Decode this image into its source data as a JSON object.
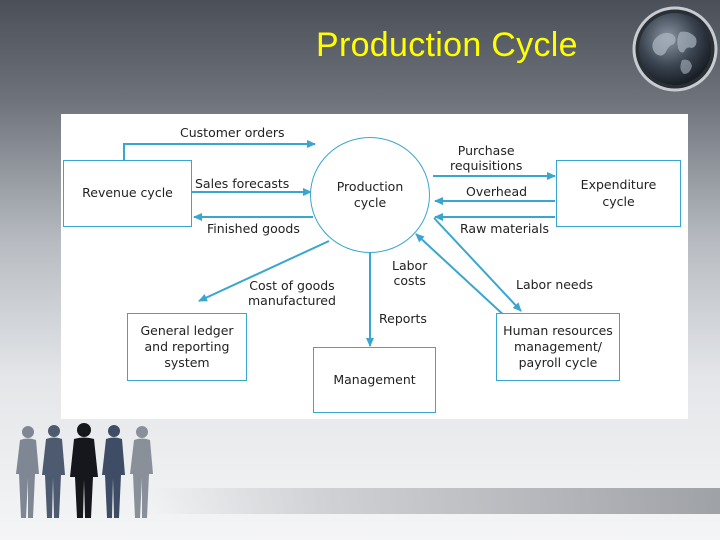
{
  "slide": {
    "title": "Production Cycle"
  },
  "icons": {
    "globe": "globe-icon",
    "people": "business-people-silhouettes"
  },
  "colors": {
    "title": "#ffff00",
    "arrow": "#3aa6d0",
    "node_border": "#3aa6d0"
  },
  "diagram": {
    "nodes": {
      "production": "Production\ncycle",
      "revenue": "Revenue cycle",
      "expenditure": "Expenditure\ncycle",
      "general_ledger": "General ledger\nand reporting\nsystem",
      "management": "Management",
      "hr": "Human resources\nmanagement/\npayroll cycle"
    },
    "flows": {
      "customer_orders": "Customer orders",
      "sales_forecasts": "Sales forecasts",
      "finished_goods": "Finished goods",
      "purchase_requisitions": "Purchase\nrequisitions",
      "overhead": "Overhead",
      "raw_materials": "Raw materials",
      "cost_of_goods": "Cost of goods\nmanufactured",
      "labor_costs": "Labor\ncosts",
      "reports": "Reports",
      "labor_needs": "Labor needs"
    }
  }
}
